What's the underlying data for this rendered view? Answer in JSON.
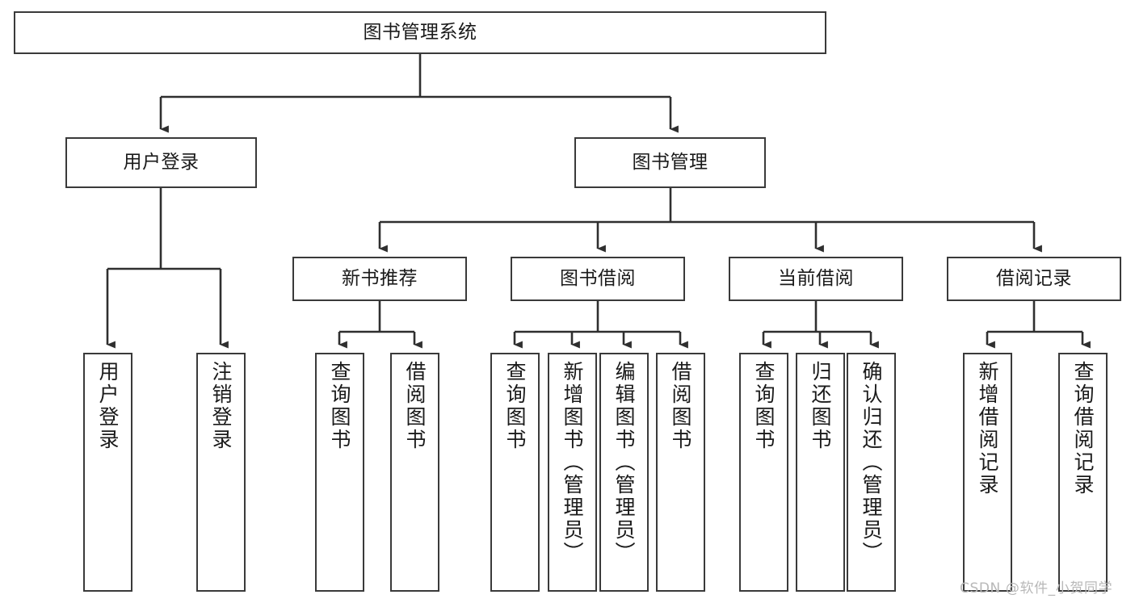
{
  "diagram": {
    "title": "图书管理系统",
    "type": "tree",
    "root": {
      "label": "图书管理系统"
    },
    "level2": [
      {
        "label": "用户登录"
      },
      {
        "label": "图书管理"
      }
    ],
    "level3": [
      {
        "label": "新书推荐"
      },
      {
        "label": "图书借阅"
      },
      {
        "label": "当前借阅"
      },
      {
        "label": "借阅记录"
      }
    ],
    "leaves": {
      "user_login": [
        {
          "label": "用户登录"
        },
        {
          "label": "注销登录"
        }
      ],
      "new_book_recommend": [
        {
          "label": "查询图书"
        },
        {
          "label": "借阅图书"
        }
      ],
      "book_borrow": [
        {
          "label": "查询图书"
        },
        {
          "label": "新增图书（管理员）"
        },
        {
          "label": "编辑图书（管理员）"
        },
        {
          "label": "借阅图书"
        }
      ],
      "current_borrow": [
        {
          "label": "查询图书"
        },
        {
          "label": "归还图书"
        },
        {
          "label": "确认归还（管理员）"
        }
      ],
      "borrow_record": [
        {
          "label": "新增借阅记录"
        },
        {
          "label": "查询借阅记录"
        }
      ]
    }
  },
  "watermark": {
    "text": "CSDN @软件_小贺同学"
  },
  "colors": {
    "stroke": "#3a3a3a",
    "text": "#1a1a1a",
    "background": "#ffffff",
    "watermark": "#b8b8b8"
  }
}
